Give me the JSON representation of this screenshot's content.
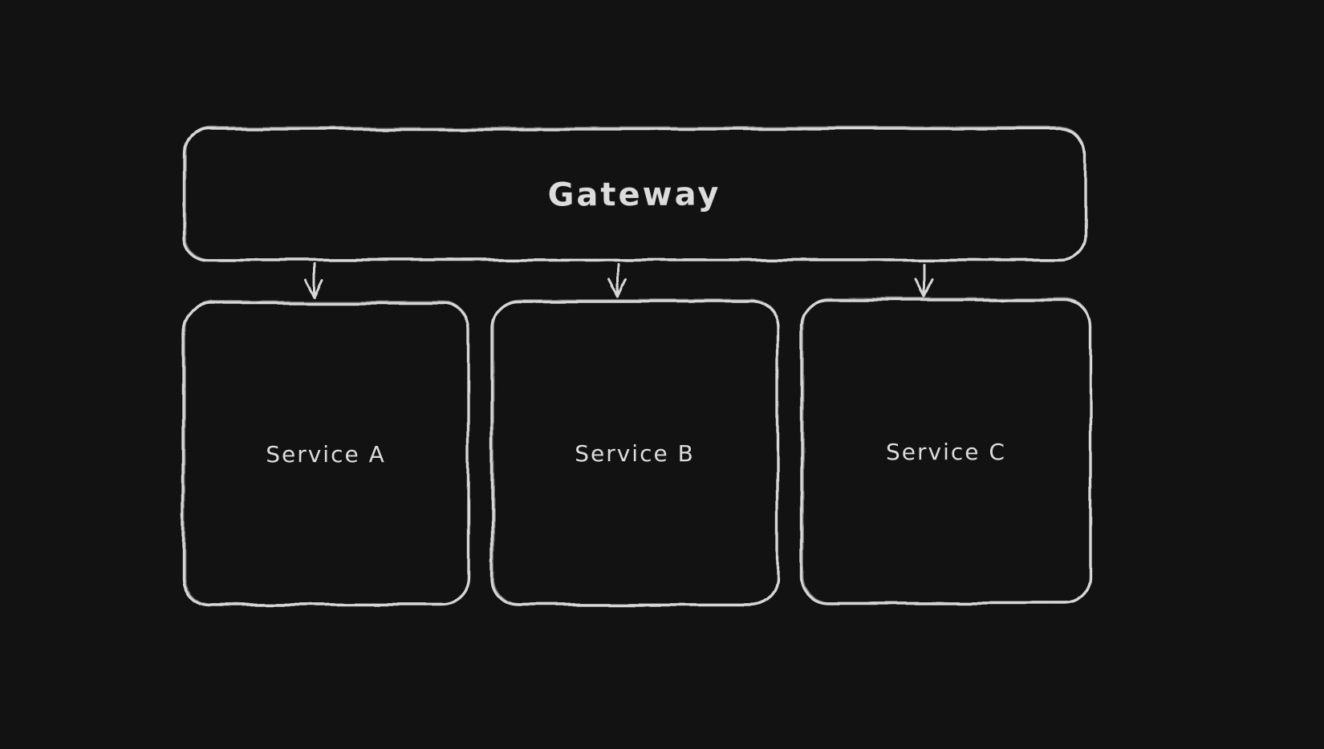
{
  "canvas": {
    "background_color": "#121212",
    "stroke_color": "#d6d6d6",
    "text_color": "#dcdcdc"
  },
  "diagram": {
    "gateway": {
      "label": "Gateway"
    },
    "services": [
      {
        "label": "Service A"
      },
      {
        "label": "Service B"
      },
      {
        "label": "Service C"
      }
    ],
    "connections": [
      {
        "from": "Gateway",
        "to": "Service A",
        "arrow": "down"
      },
      {
        "from": "Gateway",
        "to": "Service B",
        "arrow": "down"
      },
      {
        "from": "Gateway",
        "to": "Service C",
        "arrow": "down"
      }
    ]
  }
}
